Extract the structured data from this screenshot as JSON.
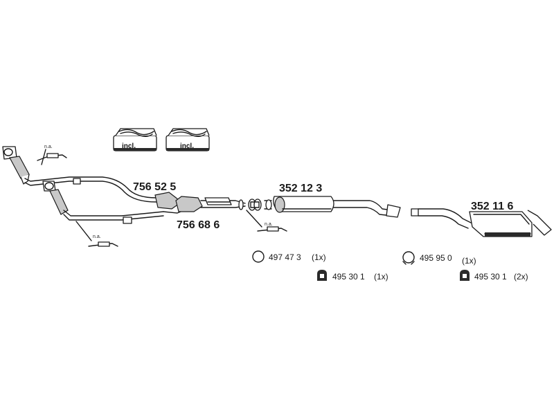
{
  "included_badges": [
    {
      "label": "incl."
    },
    {
      "label": "incl."
    }
  ],
  "not_available_marks": [
    {
      "label": "n.a."
    },
    {
      "label": "n.a."
    },
    {
      "label": "n.a."
    }
  ],
  "parts": [
    {
      "number": "756 52 5"
    },
    {
      "number": "756 68 6"
    },
    {
      "number": "352 12 3"
    },
    {
      "number": "352 11 6"
    }
  ],
  "accessories": [
    {
      "number": "497 47 3",
      "qty": "(1x)",
      "icon": "ring-gasket-icon"
    },
    {
      "number": "495 30 1",
      "qty": "(1x)",
      "icon": "rubber-hanger-icon"
    },
    {
      "number": "495 95 0",
      "qty": "(1x)",
      "icon": "clamp-icon"
    },
    {
      "number": "495 30 1",
      "qty": "(2x)",
      "icon": "rubber-hanger-icon"
    }
  ]
}
